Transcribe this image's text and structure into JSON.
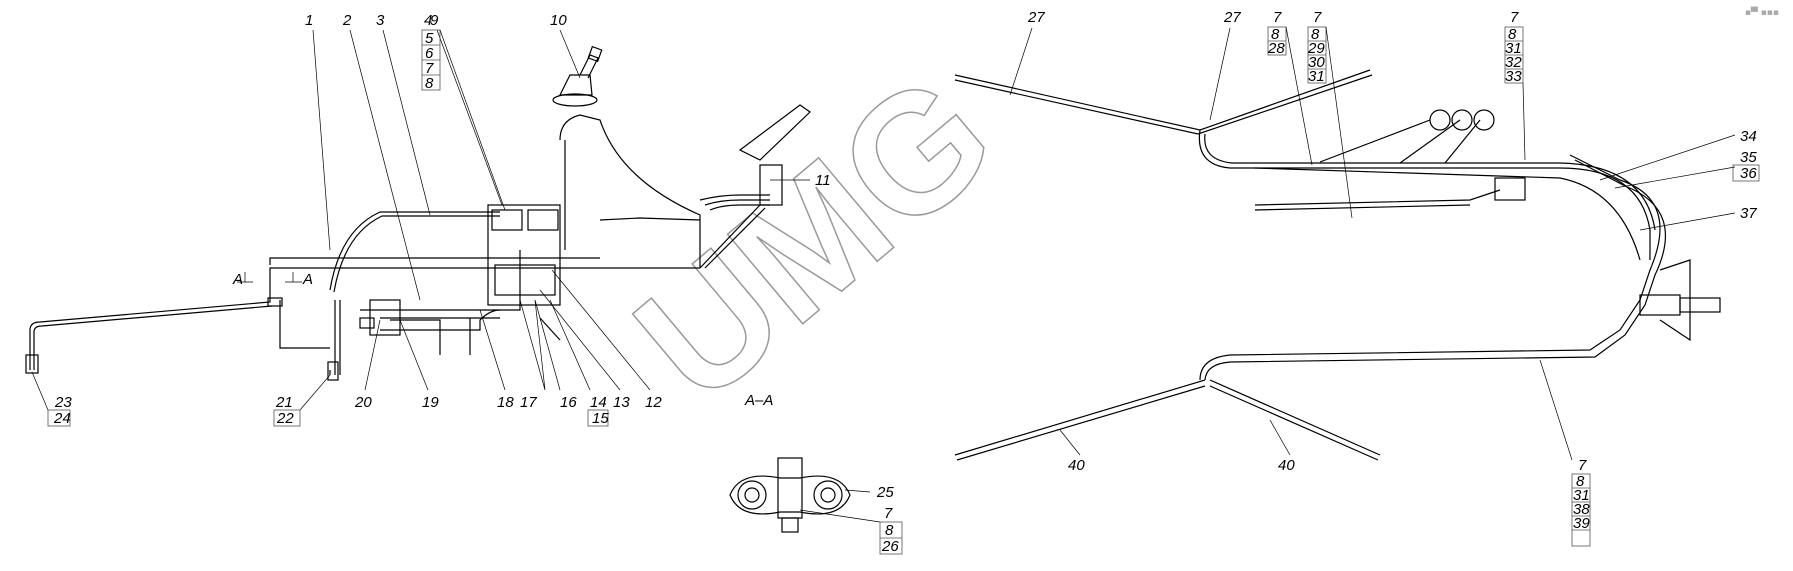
{
  "watermark": "UMG",
  "section_label": "A–A",
  "section_marks": [
    "A",
    "A"
  ],
  "left_assembly": {
    "callouts": [
      "1",
      "2",
      "3",
      "9",
      "10",
      "11",
      "12",
      "13",
      "16",
      "18",
      "19",
      "20"
    ],
    "stack_4_8": [
      "4",
      "5",
      "6",
      "7",
      "8"
    ],
    "callout_17": "17",
    "stack_14_15": [
      "14",
      "15"
    ],
    "stack_21_22": [
      "21",
      "22"
    ],
    "stack_23_24": [
      "23",
      "24"
    ]
  },
  "section_detail": {
    "callout_25": "25",
    "stack_7_8_26": [
      "7",
      "8",
      "26"
    ]
  },
  "right_assembly": {
    "callout_27a": "27",
    "callout_27b": "27",
    "stack_7_8_28": [
      "7",
      "8",
      "28"
    ],
    "stack_7_8_29_31": [
      "7",
      "8",
      "29",
      "30",
      "31"
    ],
    "stack_7_8_31_33": [
      "7",
      "8",
      "31",
      "32",
      "33"
    ],
    "callout_34": "34",
    "stack_35_36": [
      "35",
      "36"
    ],
    "callout_37": "37",
    "callout_40a": "40",
    "callout_40b": "40",
    "stack_7_8_31_38_39": [
      "7",
      "8",
      "31",
      "38",
      "39"
    ]
  }
}
